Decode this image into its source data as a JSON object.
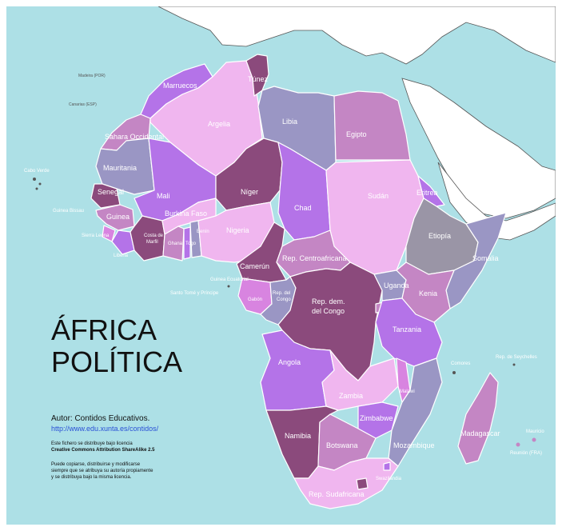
{
  "title": {
    "line1": "ÁFRICA",
    "line2": "POLÍTICA"
  },
  "credits": {
    "author": "Autor: Contidos Educativos.",
    "url": "http://www.edu.xunta.es/contidos/",
    "license_intro": "Este fichero se distribuye bajo licencia",
    "license_name": "Creative Commons Attribution ShareAlike 2.5",
    "terms_1": "Puede copiarse, distribuirse y modificarse",
    "terms_2": "siempre que se atribuya su autoría propiamente",
    "terms_3": "y se distribuya bajo la misma licencia."
  },
  "labels": {
    "marruecos": "Marruecos",
    "tunez": "Túnez",
    "argelia": "Argelia",
    "libia": "Libia",
    "egipto": "Egipto",
    "sahara": "Sahara Occidental",
    "mauritania": "Mauritania",
    "mali": "Mali",
    "niger": "Níger",
    "chad": "Chad",
    "sudan": "Sudán",
    "eritrea": "Eritrea",
    "etiopia": "Etiopía",
    "somalia": "Somalia",
    "senegal": "Senegal",
    "guinea": "Guinea",
    "sierra_leona": "Sierra Leona",
    "liberia": "Liberia",
    "costa_marfil_1": "Costa de",
    "costa_marfil_2": "Marfil",
    "burkina": "Burkina Faso",
    "ghana": "Ghana",
    "togo": "Togo",
    "benin": "Benín",
    "nigeria": "Nigeria",
    "camerun": "Camerún",
    "rca": "Rep. Centroafricana",
    "uganda": "Uganda",
    "kenia": "Kenia",
    "gabon": "Gabón",
    "congo_1": "Rep. del",
    "congo_2": "Congo",
    "rdc_1": "Rep. dem.",
    "rdc_2": "del Congo",
    "tanzania": "Tanzania",
    "angola": "Angola",
    "zambia": "Zambia",
    "malawi": "Malawi",
    "zimbabwe": "Zimbabwe",
    "mozambique": "Mozambique",
    "namibia": "Namibia",
    "botswana": "Botswana",
    "madagascar": "Madagascar",
    "sudafrica": "Rep. Sudafricana",
    "cabo_verde": "Cabo Verde",
    "guinea_bissau": "Guinea Bissau",
    "guinea_ecuatorial": "Guinea Ecuatorial",
    "santo_tome": "Santo Tomé y Príncipe",
    "comores": "Comores",
    "seychelles": "Rep. de Seychelles",
    "mauricio": "Mauricio",
    "reunion": "Reunión (FRA)",
    "madeira": "Madeira (POR)",
    "canarias": "Canarias (ESP)",
    "swazilandia": "Swazilandia"
  },
  "colors": {
    "sea": "#ade0e6",
    "light_pink": "#f0b6ef",
    "magenta": "#d884e0",
    "violet": "#b473e8",
    "mauve": "#c486c4",
    "dark_plum": "#8b4a7c",
    "slate": "#9a96c4",
    "grey": "#9a95a6",
    "europe": "#ffffff"
  }
}
